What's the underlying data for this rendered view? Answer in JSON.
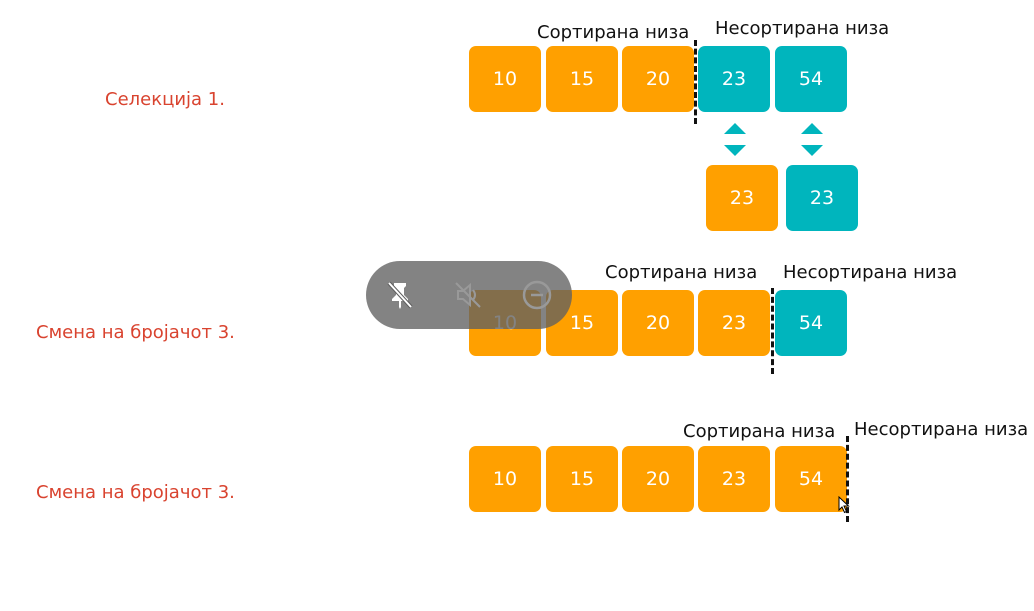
{
  "labels": {
    "sorted": "Сортирана низа",
    "unsorted": "Несортирана низа"
  },
  "rows": [
    {
      "step": "Селекција 1.",
      "boxes": [
        {
          "value": "10",
          "state": "sorted"
        },
        {
          "value": "15",
          "state": "sorted"
        },
        {
          "value": "20",
          "state": "sorted"
        },
        {
          "value": "23",
          "state": "unsorted"
        },
        {
          "value": "54",
          "state": "unsorted"
        }
      ],
      "swap": [
        {
          "value": "23",
          "state": "sorted"
        },
        {
          "value": "23",
          "state": "unsorted"
        }
      ]
    },
    {
      "step": "Смена на бројачот 3.",
      "boxes": [
        {
          "value": "10",
          "state": "sorted"
        },
        {
          "value": "15",
          "state": "sorted"
        },
        {
          "value": "20",
          "state": "sorted"
        },
        {
          "value": "23",
          "state": "sorted"
        },
        {
          "value": "54",
          "state": "unsorted"
        }
      ]
    },
    {
      "step": "Смена на бројачот 3.",
      "boxes": [
        {
          "value": "10",
          "state": "sorted"
        },
        {
          "value": "15",
          "state": "sorted"
        },
        {
          "value": "20",
          "state": "sorted"
        },
        {
          "value": "23",
          "state": "sorted"
        },
        {
          "value": "54",
          "state": "sorted"
        }
      ]
    }
  ],
  "overlay": {
    "controls": [
      "unpin-icon",
      "mute-icon",
      "minus-circle-icon"
    ]
  },
  "colors": {
    "sorted": "#ffa000",
    "unsorted": "#00b5bd",
    "step_label": "#d9432f"
  }
}
